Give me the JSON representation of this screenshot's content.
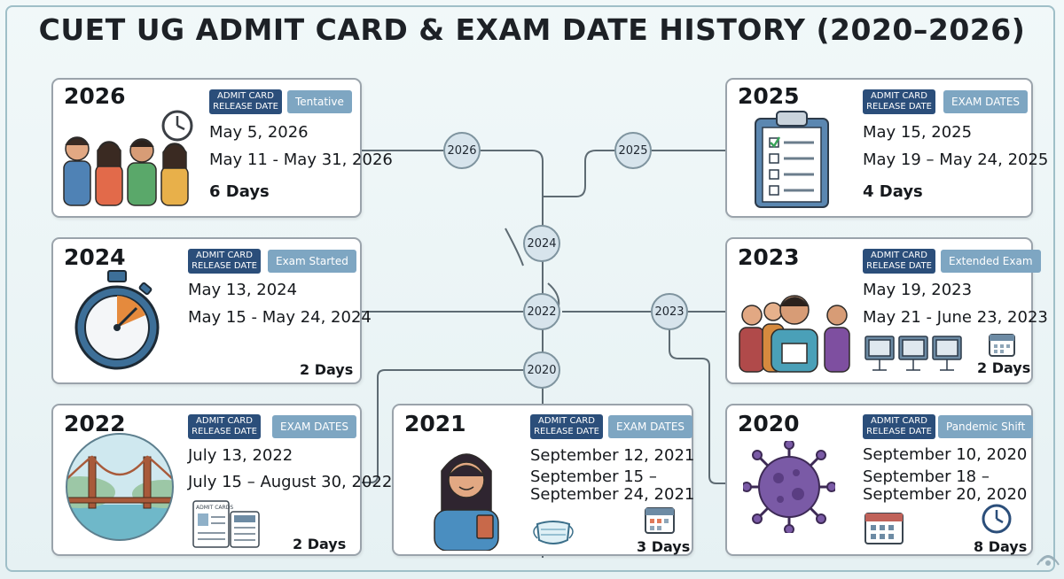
{
  "title": "CUET UG ADMIT CARD & EXAM DATE HISTORY (2020–2026)",
  "badge_admit": "ADMIT CARD RELEASE DATE",
  "cards": {
    "y2026": {
      "year": "2026",
      "tag": "Tentative",
      "admit_date": "May 5, 2026",
      "exam_window": "May 11 - May 31, 2026",
      "duration": "6 Days"
    },
    "y2025": {
      "year": "2025",
      "tag": "EXAM DATES",
      "admit_date": "May 15, 2025",
      "exam_window": "May 19 – May 24, 2025",
      "duration": "4 Days"
    },
    "y2024": {
      "year": "2024",
      "tag": "Exam Started",
      "admit_date": "May 13, 2024",
      "exam_window": "May 15 - May 24, 2024",
      "duration": "2 Days"
    },
    "y2023": {
      "year": "2023",
      "tag": "Extended Exam",
      "admit_date": "May 19, 2023",
      "exam_window": "May 21 - June 23, 2023",
      "duration": "2 Days"
    },
    "y2022": {
      "year": "2022",
      "tag": "EXAM DATES",
      "admit_date": "July 13, 2022",
      "exam_window": "July 15 – August 30, 2022",
      "duration": "2 Days"
    },
    "y2021": {
      "year": "2021",
      "tag": "EXAM DATES",
      "admit_date": "September 12, 2021",
      "exam_window_l1": "September 15 –",
      "exam_window_l2": "September 24, 2021",
      "duration": "3 Days"
    },
    "y2020": {
      "year": "2020",
      "tag": "Pandemic Shift",
      "admit_date": "September 10, 2020",
      "exam_window_l1": "September 18 –",
      "exam_window_l2": "September 20, 2020",
      "duration": "8 Days"
    }
  },
  "nodes": [
    "2026",
    "2025",
    "2024",
    "2022",
    "2023",
    "2020"
  ],
  "mini_doc_label": "ADMIT CARDS",
  "colors": {
    "badge_dark": "#2b4e7a",
    "badge_light": "#7ea6c2",
    "card_border": "#9aa3ab",
    "node_fill": "#d7e4ec",
    "connector": "#5e6b73"
  }
}
